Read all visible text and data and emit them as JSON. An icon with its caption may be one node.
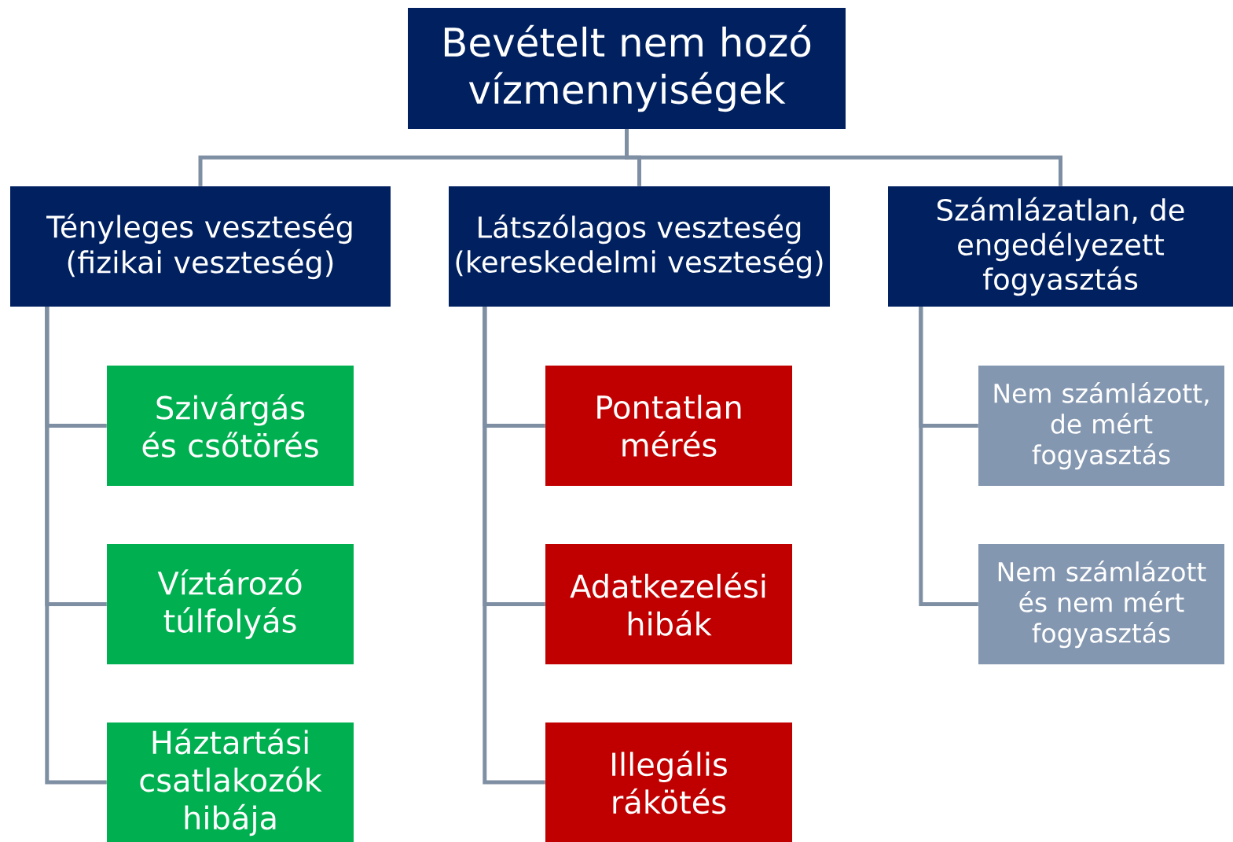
{
  "diagram": {
    "nodes": [
      {
        "text": [
          "Bevételt nem hozó vízmennyiségek"
        ]
      },
      {
        "text": [
          "Tényleges veszteség (fizikai veszteség)"
        ]
      },
      {
        "text": [
          "Látszólagos veszteség (kereskedelmi veszteség)"
        ]
      },
      {
        "text": [
          "Számlázatlan, de engedélyezett fogyasztás"
        ]
      },
      {
        "text": [
          "Szivárgás és csőtörés"
        ]
      },
      {
        "text": [
          "Víztározó túlfolyás"
        ]
      },
      {
        "text": [
          "Háztartási csatlakozók hibája"
        ]
      },
      {
        "text": [
          "Pontatlan mérés"
        ]
      },
      {
        "text": [
          "Adatkezelési hibák"
        ]
      },
      {
        "text": [
          "Illegális rákötés"
        ]
      },
      {
        "text": [
          "Nem számlázott, de mért fogyasztás"
        ]
      },
      {
        "text": [
          "Nem számlázott és nem mért fogyasztás"
        ]
      }
    ],
    "edges": [
      {
        "from": 0,
        "to": 1,
        "arrow": "none"
      },
      {
        "from": 0,
        "to": 2,
        "arrow": "none"
      },
      {
        "from": 0,
        "to": 3,
        "arrow": "none"
      },
      {
        "from": 1,
        "to": 4,
        "arrow": "none"
      },
      {
        "from": 1,
        "to": 5,
        "arrow": "none"
      },
      {
        "from": 1,
        "to": 6,
        "arrow": "none"
      },
      {
        "from": 2,
        "to": 7,
        "arrow": "none"
      },
      {
        "from": 2,
        "to": 8,
        "arrow": "none"
      },
      {
        "from": 2,
        "to": 9,
        "arrow": "none"
      },
      {
        "from": 3,
        "to": 10,
        "arrow": "none"
      },
      {
        "from": 3,
        "to": 11,
        "arrow": "none"
      }
    ]
  }
}
